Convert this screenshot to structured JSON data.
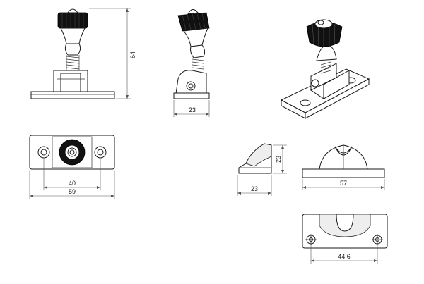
{
  "dimensions": {
    "front_height": "64",
    "side_width": "23",
    "top_hole_spacing": "40",
    "top_overall_width": "59",
    "small_side_height": "23",
    "small_side_width": "23",
    "front_small_width": "57",
    "bottom_hole_spacing": "44.6"
  },
  "icons": {
    "knob": "knurled-knob-icon",
    "spring": "spring-coil-icon"
  },
  "colors": {
    "line": "#1a1a1a",
    "knob": "#111111",
    "background": "#ffffff"
  }
}
